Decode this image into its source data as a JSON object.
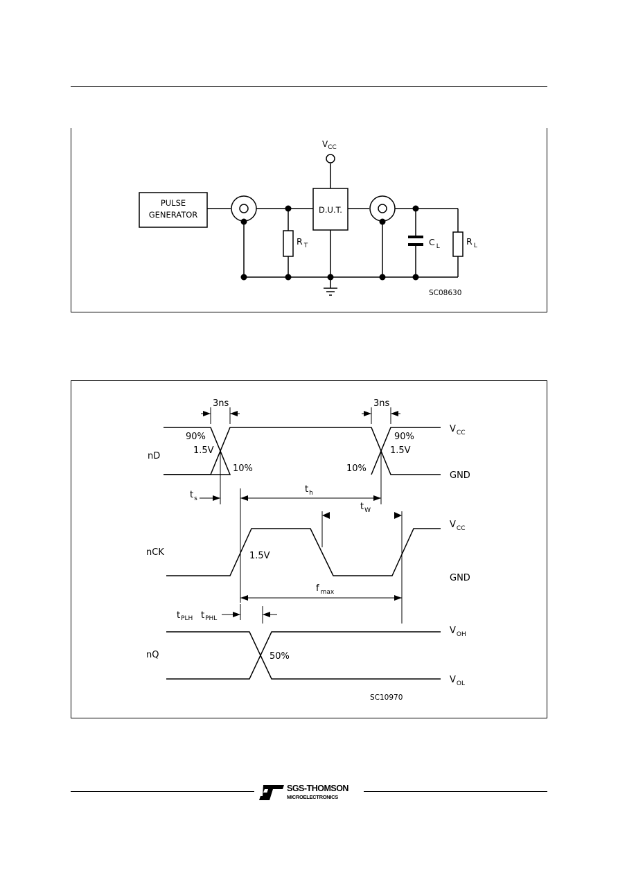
{
  "test_circuit": {
    "pulse_generator_line1": "PULSE",
    "pulse_generator_line2": "GENERATOR",
    "dut": "D.U.T.",
    "vcc_main": "V",
    "vcc_sub": "CC",
    "rt_main": "R",
    "rt_sub": "T",
    "cl_main": "C",
    "cl_sub": "L",
    "rl_main": "R",
    "rl_sub": "L",
    "code": "SC08630"
  },
  "waveform": {
    "signals": {
      "nd": "nD",
      "nck": "nCK",
      "nq": "nQ"
    },
    "rail_labels": {
      "vcc_main": "V",
      "vcc_sub": "CC",
      "gnd": "GND",
      "voh_main": "V",
      "voh_sub": "OH",
      "vol_main": "V",
      "vol_sub": "OL"
    },
    "pct90": "90%",
    "pct10": "10%",
    "pct50": "50%",
    "v15": "1.5V",
    "ns3": "3ns",
    "ts_main": "t",
    "ts_sub": "s",
    "th_main": "t",
    "th_sub": "h",
    "tw_main": "t",
    "tw_sub": "W",
    "fmax_main": "f",
    "fmax_sub": "max",
    "tplh_main": "t",
    "tplh_sub": "PLH",
    "tphl_main": "t",
    "tphl_sub": "PHL",
    "code": "SC10970"
  },
  "footer": {
    "brand": "SGS-THOMSON",
    "sub": "MICROELECTRONICS",
    "logo_icon": "st-logo-icon"
  }
}
